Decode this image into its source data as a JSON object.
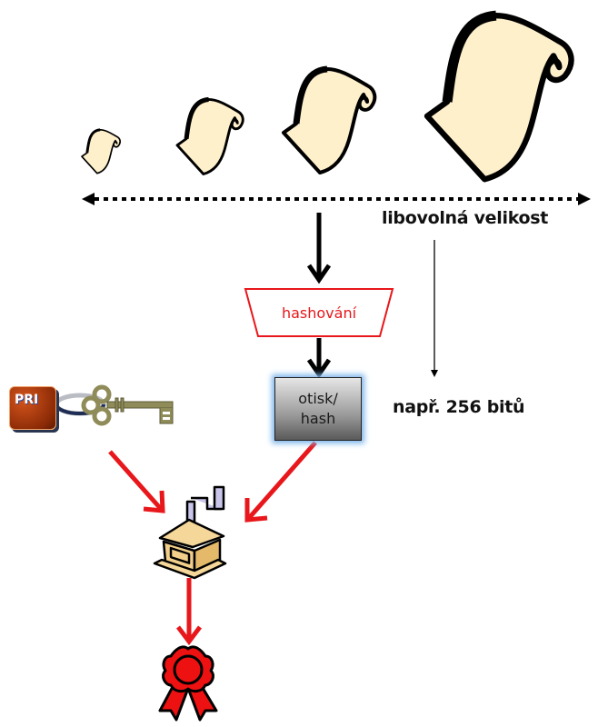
{
  "diagram": {
    "title": "Digital signature via hashing",
    "inputs": {
      "icon": "scroll-icon",
      "count": 4,
      "axis": {
        "type": "dotted-double-arrow",
        "label": "libovolná velikost"
      }
    },
    "process": {
      "label": "hashování",
      "color": "#e8171b"
    },
    "output": {
      "label_line1": "otisk/",
      "label_line2": "hash",
      "size_label": "např. 256 bitů"
    },
    "key": {
      "tag_label": "PRI",
      "icon": "key-icon",
      "tag_color": "#b8420f",
      "key_color": "#8f8c5a"
    },
    "signer": {
      "icon": "coffee-grinder-icon"
    },
    "result": {
      "icon": "award-ribbon-icon",
      "color": "#ee1111"
    },
    "colors": {
      "scroll_fill": "#fff0cc",
      "outline": "#000000",
      "arrow_black": "#000000",
      "arrow_red": "#e8171b",
      "hash_glow": "#7fb6ec"
    }
  }
}
